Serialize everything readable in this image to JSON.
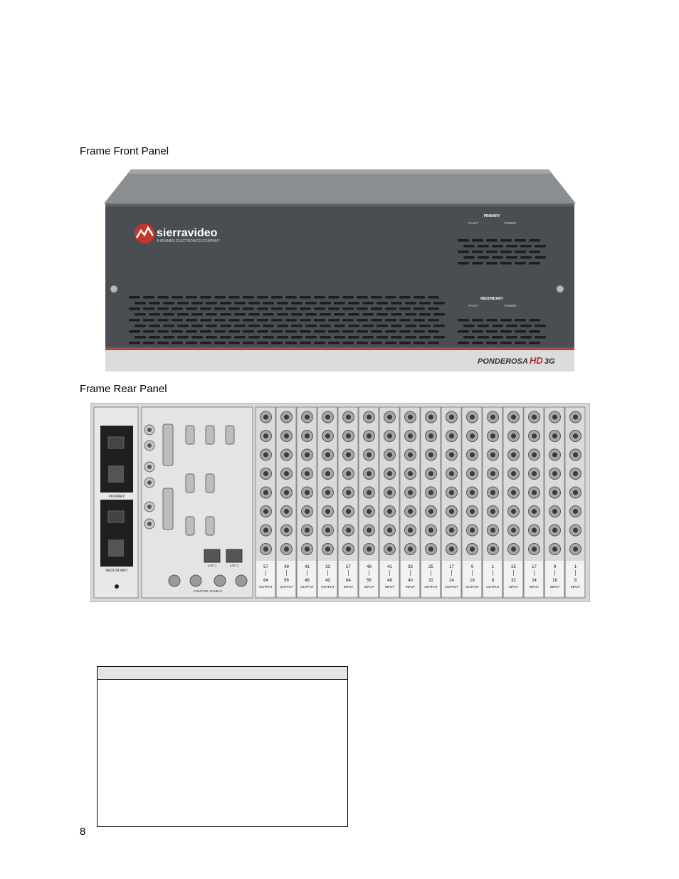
{
  "captions": {
    "front": "Frame Front Panel",
    "rear": "Frame Rear Panel"
  },
  "page_number": "8",
  "front_panel": {
    "brand_name": "sierravideo",
    "brand_tagline": "A KRAMER ELECTRONICS COMPANY",
    "primary_label": "PRIMARY",
    "redundant_label": "REDUNDANT",
    "fault_label": "FAULT",
    "power_label": "POWER",
    "product_name": "PONDEROSA",
    "product_suffix": "HD",
    "product_suffix2": "3G",
    "colors": {
      "body": "#4a4d50",
      "top": "#8a8d90",
      "stripe": "#b04040",
      "bottom": "#dcdcdc"
    }
  },
  "rear_panel": {
    "power_primary_label": "PRIMARY",
    "power_redundant_label": "REDUNDANT",
    "control_panels_label": "CONTROL PANELS",
    "lan1_label": "LAN 1",
    "lan2_label": "LAN 2",
    "slots": [
      {
        "top": "57",
        "bottom": "64",
        "type": "OUTPUT"
      },
      {
        "top": "49",
        "bottom": "56",
        "type": "OUTPUT"
      },
      {
        "top": "41",
        "bottom": "48",
        "type": "OUTPUT"
      },
      {
        "top": "33",
        "bottom": "40",
        "type": "OUTPUT"
      },
      {
        "top": "57",
        "bottom": "64",
        "type": "INPUT"
      },
      {
        "top": "49",
        "bottom": "56",
        "type": "INPUT"
      },
      {
        "top": "41",
        "bottom": "48",
        "type": "INPUT"
      },
      {
        "top": "33",
        "bottom": "40",
        "type": "INPUT"
      },
      {
        "top": "25",
        "bottom": "32",
        "type": "OUTPUT"
      },
      {
        "top": "17",
        "bottom": "24",
        "type": "OUTPUT"
      },
      {
        "top": "9",
        "bottom": "16",
        "type": "OUTPUT"
      },
      {
        "top": "1",
        "bottom": "8",
        "type": "OUTPUT"
      },
      {
        "top": "25",
        "bottom": "32",
        "type": "INPUT"
      },
      {
        "top": "17",
        "bottom": "24",
        "type": "INPUT"
      },
      {
        "top": "9",
        "bottom": "16",
        "type": "INPUT"
      },
      {
        "top": "1",
        "bottom": "8",
        "type": "INPUT"
      }
    ]
  }
}
